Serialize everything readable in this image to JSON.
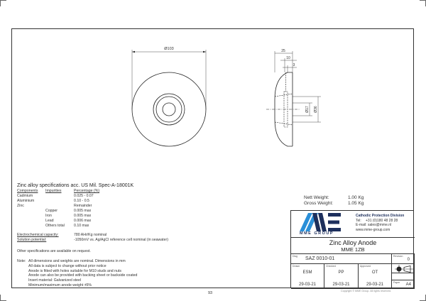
{
  "drawing": {
    "front_view": {
      "diameter_label": "Ø103"
    },
    "side_view": {
      "width_label": "25",
      "inner_offset_label": "10",
      "insert_label": "3",
      "hole_diameter_label": "Ø17",
      "hub_diameter_label": "Ø36"
    }
  },
  "spec": {
    "title": "Zinc alloy specifications acc. US Mil. Spec-A-18001K",
    "headers": [
      "Components",
      "Impurities",
      "Percentage (%)"
    ],
    "rows": [
      {
        "component": "Cadmium",
        "impurity": "",
        "percentage": "0.025 - 0.07"
      },
      {
        "component": "Aluminium",
        "impurity": "",
        "percentage": "0.10 - 0.5"
      },
      {
        "component": "Zinc",
        "impurity": "",
        "percentage": "Remainder"
      },
      {
        "component": "",
        "impurity": "Copper",
        "percentage": "0.005 max"
      },
      {
        "component": "",
        "impurity": "Iron",
        "percentage": "0.005 max"
      },
      {
        "component": "",
        "impurity": "Lead",
        "percentage": "0.006 max"
      },
      {
        "component": "",
        "impurity": "Others total",
        "percentage": "0.10 max"
      }
    ]
  },
  "electro": {
    "capacity_label": "Electrochemical capacity:",
    "capacity_value": "780 AHr/Kg nominal",
    "potential_label": "Solution potential:",
    "potential_value": "-1050mV vs. Ag/AgCl reference cell nominal (in seawater)"
  },
  "other_specs": "Other specifications are available on request.",
  "notes": {
    "label": "Note:",
    "lines": [
      "All dimensions and weights are nominal. Dimensions in mm",
      "All data is subject to change without prior notice",
      "Anode is fitted with holes suitable for M10 studs and nuts",
      "Anode can also be provided with backing sheet or backside coated",
      "Insert material: Galvanized steel",
      "Minimum/maximum anode weight ±5%"
    ]
  },
  "weights": {
    "nett_label": "Nett Weight:",
    "nett_value": "1.00 Kg",
    "gross_label": "Gross Weight:",
    "gross_value": "1.05 Kg"
  },
  "title_block": {
    "logo_text": "MME GROUP",
    "company_division": "Cathodic Protection Division",
    "tel_label": "Tel:",
    "tel_value": "+31 (0)180 48 28 28",
    "email_label": "E-mail:",
    "email_value": "sales@mme.nl",
    "website": "www.mme-group.com",
    "title": "Zinc Alloy Anode",
    "subtitle": "MME 1ZB",
    "dwg_label": "Dwg",
    "dwg_value": "SAZ 0010-01",
    "revision_label": "Revision",
    "revision_value": "0",
    "drawn_label": "Drawn",
    "drawn_value": "ESM",
    "drawn_date": "29-03-21",
    "checked_label": "Checked",
    "checked_value": "PP",
    "checked_date": "29-03-21",
    "approved_label": "Approved",
    "approved_value": "OT",
    "approved_date": "29-03-21",
    "paper_label": "Paper",
    "paper_value": "A4"
  },
  "copyright": "Copyright © MME Group. All rights reserved.",
  "page_number": "93",
  "colors": {
    "logo_blue": "#2a8fd8",
    "logo_navy": "#1d2f5c",
    "line": "#333333"
  }
}
